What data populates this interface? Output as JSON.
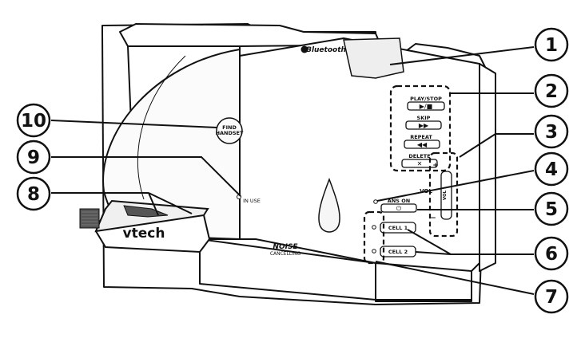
{
  "device": {
    "brand": "vtech",
    "bluetooth_label": "Bluetooth",
    "noise_label": "NOISE",
    "cancelling_label": "CANCELLING",
    "in_use_label": "IN USE",
    "find_handset_line1": "FIND",
    "find_handset_line2": "HANDSET",
    "vol_label": "VOL",
    "vol_plus": "+",
    "vol_minus": "−",
    "buttons": {
      "play_stop": "PLAY/STOP",
      "play_stop_icon": "▶/■",
      "skip": "SKIP",
      "skip_icon": "▶▶",
      "repeat": "REPEAT",
      "repeat_icon": "◀◀",
      "delete": "DELETE",
      "delete_icon": "✕",
      "ans_on": "ANS ON",
      "ans_on_icon": "⏻",
      "cell1": "CELL 1",
      "cell2": "CELL 2"
    }
  },
  "callouts": [
    "1",
    "2",
    "3",
    "4",
    "5",
    "6",
    "7",
    "8",
    "9",
    "10"
  ]
}
